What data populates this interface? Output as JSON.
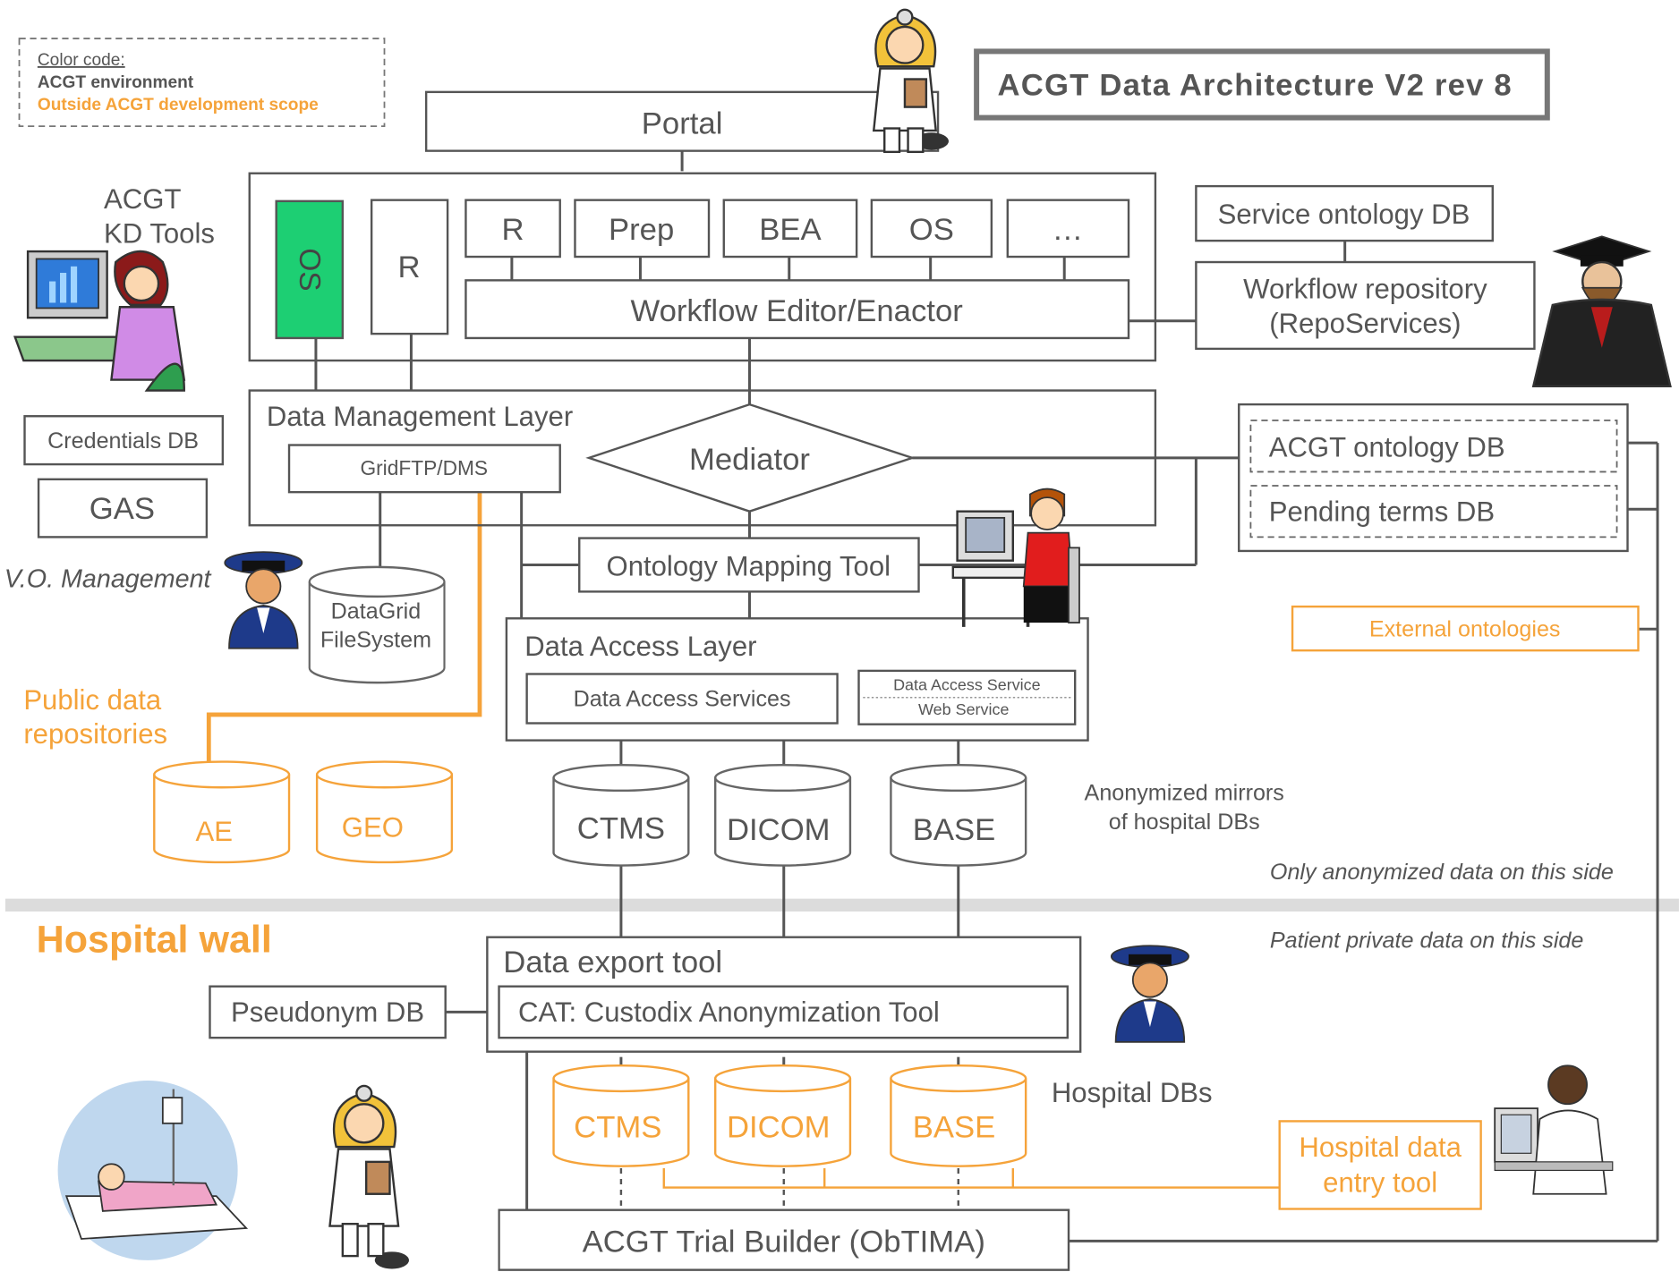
{
  "diagram": {
    "title": "ACGT Data Architecture V2 rev 8",
    "legend": {
      "heading": "Color code:",
      "acgt": "ACGT environment",
      "outside": "Outside ACGT development scope"
    },
    "colors": {
      "acgt": "#555555",
      "outside": "#F5A33A",
      "highlight": "#1DCF73",
      "wall": "#DCDCDC"
    },
    "nodes": {
      "portal": "Portal",
      "kd_tools": [
        "ACGT",
        "KD Tools"
      ],
      "os_green": "OS",
      "r_tall": "R",
      "r": "R",
      "prep": "Prep",
      "bea": "BEA",
      "os": "OS",
      "ellipsis": "…",
      "workflow_editor": "Workflow Editor/Enactor",
      "service_ontology_db": "Service ontology DB",
      "workflow_repository": [
        "Workflow repository",
        "(RepoServices)"
      ],
      "credentials_db": "Credentials DB",
      "gas": "GAS",
      "vo_management": "V.O. Management",
      "data_management_layer": "Data Management Layer",
      "gridftp": "GridFTP/DMS",
      "mediator": "Mediator",
      "acgt_ontology_db": "ACGT ontology DB",
      "pending_terms_db": "Pending terms DB",
      "ontology_mapping_tool": "Ontology Mapping Tool",
      "datagrid_fs": [
        "DataGrid",
        "FileSystem"
      ],
      "data_access_layer": "Data Access Layer",
      "data_access_services": "Data Access Services",
      "das_web_service": [
        "Data Access Service",
        "Web Service"
      ],
      "external_ontologies": "External ontologies",
      "public_repos": [
        "Public data",
        "repositories"
      ],
      "ae": "AE",
      "geo": "GEO",
      "ctms_mirror": "CTMS",
      "dicom_mirror": "DICOM",
      "base_mirror": "BASE",
      "anonymized_mirrors": [
        "Anonymized mirrors",
        "of hospital DBs"
      ],
      "only_anonymized": "Only anonymized data on this side",
      "hospital_wall": "Hospital wall",
      "patient_private": "Patient private data on this side",
      "data_export_tool": "Data export tool",
      "pseudonym_db": "Pseudonym DB",
      "cat": "CAT: Custodix Anonymization Tool",
      "ctms_hospital": "CTMS",
      "dicom_hospital": "DICOM",
      "base_hospital": "BASE",
      "hospital_dbs": "Hospital DBs",
      "hospital_entry_tool": [
        "Hospital data",
        "entry tool"
      ],
      "trial_builder": "ACGT Trial Builder (ObTIMA)"
    },
    "figures": {
      "doctor_top": "doctor-figure",
      "kd_user": "computer-user-figure",
      "professor": "graduate-figure",
      "guard_top": "security-guard-figure",
      "mapping_user": "computer-user-figure",
      "guard_bottom": "security-guard-figure",
      "patient": "patient-in-bed-figure",
      "nurse_bottom": "doctor-figure",
      "clinician": "clinician-at-computer-figure"
    }
  }
}
